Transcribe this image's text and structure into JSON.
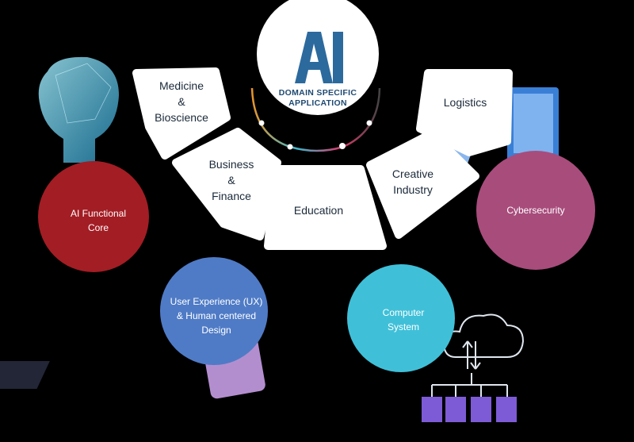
{
  "center": {
    "logo_text": "AI",
    "title_line1": "DOMAIN SPECIFIC",
    "title_line2": "APPLICATION"
  },
  "domains": {
    "medicine": {
      "line1": "Medicine",
      "line2": "&",
      "line3": "Bioscience"
    },
    "business": {
      "line1": "Business",
      "line2": "&",
      "line3": "Finance"
    },
    "education": {
      "line1": "Education"
    },
    "creative": {
      "line1": "Creative",
      "line2": "Industry"
    },
    "logistics": {
      "line1": "Logistics"
    }
  },
  "circles": {
    "ai_core": {
      "line1": "AI Functional",
      "line2": "Core",
      "color": "#a31d24"
    },
    "cybersecurity": {
      "line1": "Cybersecurity",
      "color": "#a84c7c"
    },
    "ux": {
      "line1": "User Experience (UX)",
      "line2": "& Human centered",
      "line3": "Design",
      "color": "#4f7bc6"
    },
    "computer": {
      "line1": "Computer",
      "line2": "System",
      "color": "#3fc0d8"
    }
  }
}
